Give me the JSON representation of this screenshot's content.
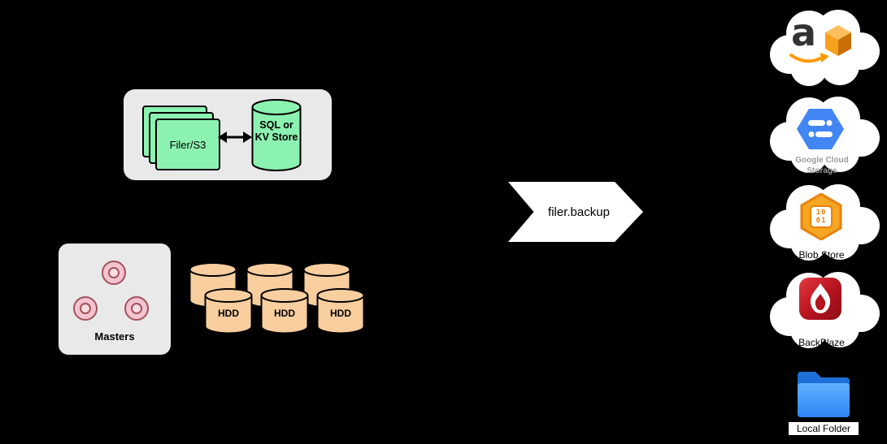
{
  "nodes": {
    "filer_cluster": {
      "filer_label": "Filer/S3",
      "store_label": "SQL or KV Store"
    },
    "master_cluster": {
      "label": "Masters"
    },
    "volume_cluster": {
      "hdd_labels": [
        "HDD",
        "HDD",
        "HDD"
      ]
    },
    "backup_arrow": {
      "label": "filer.backup"
    }
  },
  "backup_targets": {
    "amazon_s3": {
      "letter": "a"
    },
    "google_cloud_storage": {
      "label": "Google Cloud Storage"
    },
    "azure_blob": {
      "label": "Blob Store",
      "binary_lines": [
        "10",
        "01"
      ]
    },
    "backblaze": {
      "label": "BackBlaze"
    },
    "local_folder": {
      "label": "Local Folder"
    }
  },
  "colors": {
    "background": "#000000",
    "panel_gray": "#E9E9E9",
    "node_green": "#8CF2B1",
    "disk_tan": "#F8CE9F",
    "master_pink": "#F5C3CF",
    "arrow_white": "#FFFFFF",
    "aws_orange": "#FF9900",
    "gcs_blue": "#4285F4",
    "azure_orange": "#E8820C",
    "backblaze_red": "#C51929",
    "folder_blue": "#2E86F5"
  }
}
